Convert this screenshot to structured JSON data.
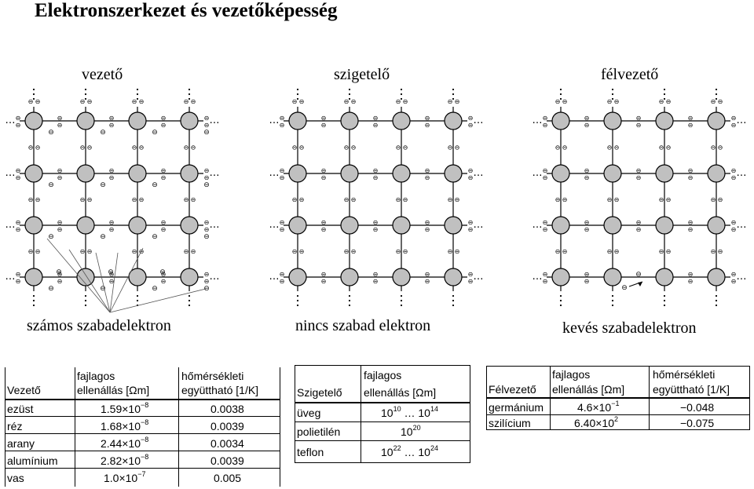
{
  "title": "Elektronszerkezet és vezetőképesség",
  "panels": [
    {
      "id": "conductor",
      "heading": "vezető",
      "caption": "számos szabadelektron"
    },
    {
      "id": "insulator",
      "heading": "szigetelő",
      "caption": "nincs szabad elektron"
    },
    {
      "id": "semiconductor",
      "heading": "félvezető",
      "caption": "kevés szabadelektron"
    }
  ],
  "symbols": {
    "electron": "⊖",
    "dots": "…"
  },
  "tables": {
    "conductor": {
      "headers": {
        "col1": "Vezető",
        "col2a": "fajlagos",
        "col2b": "ellenállás [Ωm]",
        "col3a": "hőmérsékleti",
        "col3b": "együttható [1/K]"
      },
      "rows": [
        {
          "name": "ezüst",
          "mant": "1.59×10",
          "exp": "−8",
          "coef": "0.0038"
        },
        {
          "name": "réz",
          "mant": "1.68×10",
          "exp": "−8",
          "coef": "0.0039"
        },
        {
          "name": "arany",
          "mant": "2.44×10",
          "exp": "−8",
          "coef": "0.0034"
        },
        {
          "name": "alumínium",
          "mant": "2.82×10",
          "exp": "−8",
          "coef": "0.0039"
        },
        {
          "name": "vas",
          "mant": "1.0×10",
          "exp": "−7",
          "coef": "0.005"
        }
      ]
    },
    "insulator": {
      "headers": {
        "col1": "Szigetelő",
        "col2a": "fajlagos",
        "col2b": "ellenállás [Ωm]"
      },
      "rows": [
        {
          "name": "üveg",
          "a": "10",
          "ae": "10",
          "sep": "…",
          "b": "10",
          "be": "14"
        },
        {
          "name": "polietilén",
          "a": "10",
          "ae": "20",
          "sep": "",
          "b": "",
          "be": ""
        },
        {
          "name": "teflon",
          "a": "10",
          "ae": "22",
          "sep": "…",
          "b": "10",
          "be": "24"
        }
      ]
    },
    "semiconductor": {
      "headers": {
        "col1": "Félvezető",
        "col2a": "fajlagos",
        "col2b": "ellenállás [Ωm]",
        "col3a": "hőmérsékleti",
        "col3b": "együttható [1/K]"
      },
      "rows": [
        {
          "name": "germánium",
          "mant": "4.6×10",
          "exp": "−1",
          "coef": "−0.048"
        },
        {
          "name": "szilícium",
          "mant": "6.40×10",
          "exp": "2",
          "coef": "−0.075"
        }
      ]
    }
  },
  "colors": {
    "atom_fill": "#c0c0c0",
    "stroke": "#000000",
    "background": "#ffffff"
  }
}
